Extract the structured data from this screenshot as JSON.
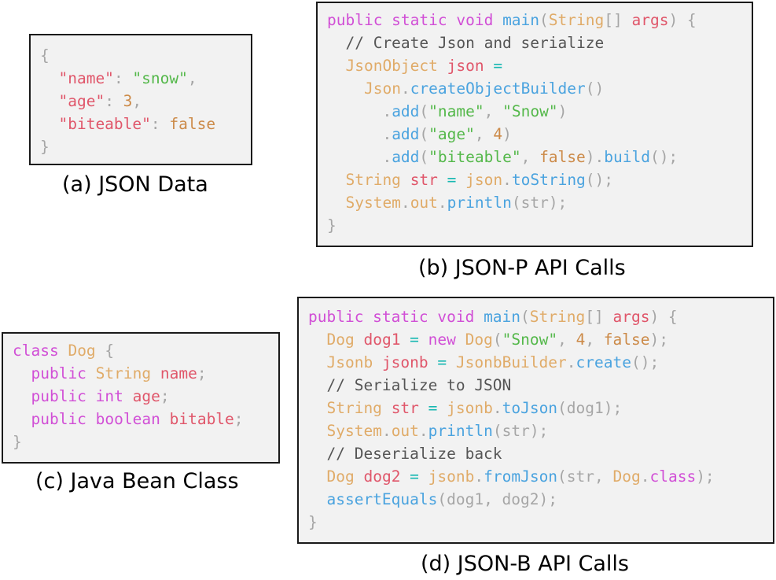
{
  "panels": [
    {
      "id": "a",
      "caption": "(a) JSON Data",
      "lines": [
        [
          [
            "{",
            "punct"
          ]
        ],
        [
          [
            "  ",
            "text"
          ],
          [
            "\"name\"",
            "var"
          ],
          [
            ": ",
            "punct"
          ],
          [
            "\"snow\"",
            "string"
          ],
          [
            ",",
            "punct"
          ]
        ],
        [
          [
            "  ",
            "text"
          ],
          [
            "\"age\"",
            "var"
          ],
          [
            ": ",
            "punct"
          ],
          [
            "3",
            "number"
          ],
          [
            ",",
            "punct"
          ]
        ],
        [
          [
            "  ",
            "text"
          ],
          [
            "\"biteable\"",
            "var"
          ],
          [
            ": ",
            "punct"
          ],
          [
            "false",
            "boolean"
          ]
        ],
        [
          [
            "}",
            "punct"
          ]
        ]
      ]
    },
    {
      "id": "b",
      "caption": "(b) JSON-P API Calls",
      "lines": [
        [
          [
            "public static void ",
            "keyword"
          ],
          [
            "main",
            "function"
          ],
          [
            "(",
            "punct"
          ],
          [
            "String",
            "type"
          ],
          [
            "[] ",
            "punct"
          ],
          [
            "args",
            "var"
          ],
          [
            ") {",
            "punct"
          ]
        ],
        [
          [
            "  // Create Json and serialize",
            "comment"
          ]
        ],
        [
          [
            "  ",
            "text"
          ],
          [
            "JsonObject",
            "type"
          ],
          [
            " ",
            "text"
          ],
          [
            "json",
            "var"
          ],
          [
            " =",
            "operator"
          ]
        ],
        [
          [
            "    ",
            "text"
          ],
          [
            "Json",
            "type"
          ],
          [
            ".",
            "punct"
          ],
          [
            "createObjectBuilder",
            "function"
          ],
          [
            "()",
            "punct"
          ]
        ],
        [
          [
            "      .",
            "punct"
          ],
          [
            "add",
            "function"
          ],
          [
            "(",
            "punct"
          ],
          [
            "\"name\"",
            "string"
          ],
          [
            ", ",
            "punct"
          ],
          [
            "\"Snow\"",
            "string"
          ],
          [
            ")",
            "punct"
          ]
        ],
        [
          [
            "      .",
            "punct"
          ],
          [
            "add",
            "function"
          ],
          [
            "(",
            "punct"
          ],
          [
            "\"age\"",
            "string"
          ],
          [
            ", ",
            "punct"
          ],
          [
            "4",
            "number"
          ],
          [
            ")",
            "punct"
          ]
        ],
        [
          [
            "      .",
            "punct"
          ],
          [
            "add",
            "function"
          ],
          [
            "(",
            "punct"
          ],
          [
            "\"biteable\"",
            "string"
          ],
          [
            ", ",
            "punct"
          ],
          [
            "false",
            "boolean"
          ],
          [
            ").",
            "punct"
          ],
          [
            "build",
            "function"
          ],
          [
            "();",
            "punct"
          ]
        ],
        [
          [
            "  ",
            "text"
          ],
          [
            "String",
            "type"
          ],
          [
            " ",
            "text"
          ],
          [
            "str",
            "var"
          ],
          [
            " = ",
            "operator"
          ],
          [
            "json",
            "type"
          ],
          [
            ".",
            "punct"
          ],
          [
            "toString",
            "function"
          ],
          [
            "();",
            "punct"
          ]
        ],
        [
          [
            "  ",
            "text"
          ],
          [
            "System",
            "type"
          ],
          [
            ".",
            "punct"
          ],
          [
            "out",
            "type"
          ],
          [
            ".",
            "punct"
          ],
          [
            "println",
            "function"
          ],
          [
            "(str);",
            "punct"
          ]
        ],
        [
          [
            "}",
            "punct"
          ]
        ]
      ]
    },
    {
      "id": "c",
      "caption": "(c) Java Bean Class",
      "lines": [
        [
          [
            "class ",
            "keyword"
          ],
          [
            "Dog",
            "type"
          ],
          [
            " {",
            "punct"
          ]
        ],
        [
          [
            "  public ",
            "keyword"
          ],
          [
            "String",
            "type"
          ],
          [
            " ",
            "text"
          ],
          [
            "name",
            "var"
          ],
          [
            ";",
            "punct"
          ]
        ],
        [
          [
            "  public ",
            "keyword"
          ],
          [
            "int",
            "keyword"
          ],
          [
            " ",
            "text"
          ],
          [
            "age",
            "var"
          ],
          [
            ";",
            "punct"
          ]
        ],
        [
          [
            "  public ",
            "keyword"
          ],
          [
            "boolean",
            "keyword"
          ],
          [
            " ",
            "text"
          ],
          [
            "bitable",
            "var"
          ],
          [
            ";",
            "punct"
          ]
        ],
        [
          [
            "}",
            "punct"
          ]
        ]
      ]
    },
    {
      "id": "d",
      "caption": "(d) JSON-B API Calls",
      "lines": [
        [
          [
            "public static void ",
            "keyword"
          ],
          [
            "main",
            "function"
          ],
          [
            "(",
            "punct"
          ],
          [
            "String",
            "type"
          ],
          [
            "[] ",
            "punct"
          ],
          [
            "args",
            "var"
          ],
          [
            ") {",
            "punct"
          ]
        ],
        [
          [
            "  ",
            "text"
          ],
          [
            "Dog",
            "type"
          ],
          [
            " ",
            "text"
          ],
          [
            "dog1",
            "var"
          ],
          [
            " = ",
            "operator"
          ],
          [
            "new ",
            "keyword"
          ],
          [
            "Dog",
            "type"
          ],
          [
            "(",
            "punct"
          ],
          [
            "\"Snow\"",
            "string"
          ],
          [
            ", ",
            "punct"
          ],
          [
            "4",
            "number"
          ],
          [
            ", ",
            "punct"
          ],
          [
            "false",
            "boolean"
          ],
          [
            ");",
            "punct"
          ]
        ],
        [
          [
            "  ",
            "text"
          ],
          [
            "Jsonb",
            "type"
          ],
          [
            " ",
            "text"
          ],
          [
            "jsonb",
            "var"
          ],
          [
            " = ",
            "operator"
          ],
          [
            "JsonbBuilder",
            "type"
          ],
          [
            ".",
            "punct"
          ],
          [
            "create",
            "function"
          ],
          [
            "();",
            "punct"
          ]
        ],
        [
          [
            "  // Serialize to JSON",
            "comment"
          ]
        ],
        [
          [
            "  ",
            "text"
          ],
          [
            "String",
            "type"
          ],
          [
            " ",
            "text"
          ],
          [
            "str",
            "var"
          ],
          [
            " = ",
            "operator"
          ],
          [
            "jsonb",
            "type"
          ],
          [
            ".",
            "punct"
          ],
          [
            "toJson",
            "function"
          ],
          [
            "(dog1);",
            "punct"
          ]
        ],
        [
          [
            "  ",
            "text"
          ],
          [
            "System",
            "type"
          ],
          [
            ".",
            "punct"
          ],
          [
            "out",
            "type"
          ],
          [
            ".",
            "punct"
          ],
          [
            "println",
            "function"
          ],
          [
            "(str);",
            "punct"
          ]
        ],
        [
          [
            "  // Deserialize back",
            "comment"
          ]
        ],
        [
          [
            "  ",
            "text"
          ],
          [
            "Dog",
            "type"
          ],
          [
            " ",
            "text"
          ],
          [
            "dog2",
            "var"
          ],
          [
            " = ",
            "operator"
          ],
          [
            "jsonb",
            "type"
          ],
          [
            ".",
            "punct"
          ],
          [
            "fromJson",
            "function"
          ],
          [
            "(str, ",
            "punct"
          ],
          [
            "Dog",
            "type"
          ],
          [
            ".",
            "punct"
          ],
          [
            "class",
            "keyword"
          ],
          [
            ");",
            "punct"
          ]
        ],
        [
          [
            "  ",
            "text"
          ],
          [
            "assertEquals",
            "function"
          ],
          [
            "(dog1, dog2);",
            "punct"
          ]
        ],
        [
          [
            "}",
            "punct"
          ]
        ]
      ]
    }
  ],
  "colors": {
    "keyword": "#d14fd6",
    "type": "#e0ab68",
    "var": "#e0566a",
    "string": "#54b84a",
    "number": "#cc8a48",
    "boolean": "#cc8a48",
    "function": "#4aa3df",
    "operator": "#17b8b2",
    "comment": "#555555",
    "punct": "#a6a6a6",
    "box_background": "#f2f2f2",
    "box_border": "#1a1a1a"
  }
}
